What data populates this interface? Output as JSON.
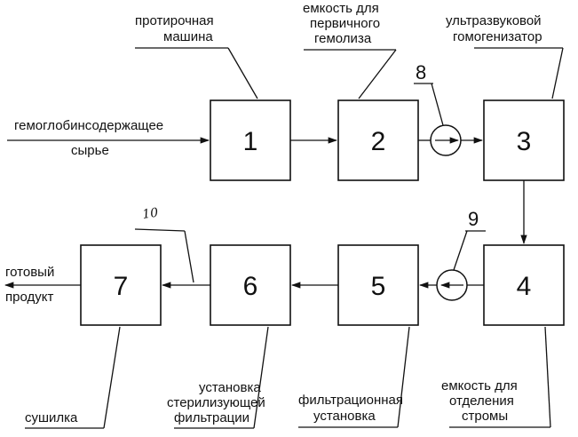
{
  "blocks": [
    {
      "number": "1",
      "label_lines": [
        "протирочная",
        "машина"
      ]
    },
    {
      "number": "2",
      "label_lines": [
        "емкость для",
        "первичного",
        "гемолиза"
      ]
    },
    {
      "number": "3",
      "label_lines": [
        "ультразвуковой",
        "гомогенизатор"
      ]
    },
    {
      "number": "4",
      "label_lines": [
        "емкость для",
        "отделения",
        "стромы"
      ]
    },
    {
      "number": "5",
      "label_lines": [
        "фильтрационная",
        "установка"
      ]
    },
    {
      "number": "6",
      "label_lines": [
        "установка",
        "стерилизующей",
        "фильтрации"
      ]
    },
    {
      "number": "7",
      "label_lines": [
        "сушилка"
      ]
    }
  ],
  "input": {
    "line1": "гемоглобинсодержащее",
    "line2": "сырье"
  },
  "output": {
    "line1": "готовый",
    "line2": "продукт"
  },
  "pumps": [
    {
      "number": "8"
    },
    {
      "number": "9"
    }
  ],
  "filter_ref": "10"
}
